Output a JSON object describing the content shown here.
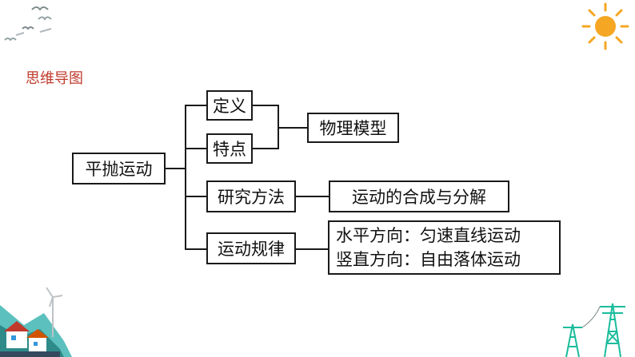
{
  "page": {
    "section_title": "思维导图",
    "title_color": "#c0392b"
  },
  "mindmap": {
    "root": "平抛运动",
    "branches": {
      "definition": "定义",
      "features": "特点",
      "physical_model": "物理模型",
      "method": "研究方法",
      "method_detail": "运动的合成与分解",
      "laws": "运动规律",
      "laws_detail_line1": "水平方向：匀速直线运动",
      "laws_detail_line2": "竖直方向：自由落体运动"
    }
  },
  "decorations": {
    "top_left": "birds-icon",
    "top_right": "sun-icon",
    "bottom_left": "houses-wind-turbine-icon",
    "bottom_right": "power-towers-icon"
  }
}
